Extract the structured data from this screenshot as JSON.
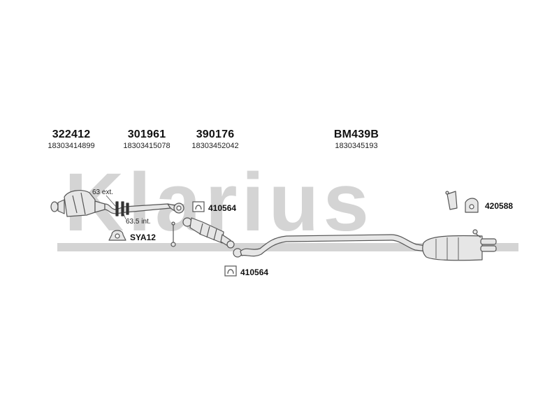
{
  "watermark": {
    "text": "Klarius",
    "color": "#d4d4d4"
  },
  "parts": [
    {
      "number": "322412",
      "code": "18303414899"
    },
    {
      "number": "301961",
      "code": "18303415078"
    },
    {
      "number": "390176",
      "code": "18303452042"
    },
    {
      "number": "BM439B",
      "code": "1830345193"
    }
  ],
  "callouts": {
    "clamp_upper": "410564",
    "clamp_lower": "410564",
    "gasket": "SYA12",
    "hanger": "420588"
  },
  "annotations": {
    "ext": "63 ext.",
    "int": "63.5 int."
  },
  "colors": {
    "line": "#555555",
    "fill": "#e6e6e6",
    "dark": "#333333"
  }
}
